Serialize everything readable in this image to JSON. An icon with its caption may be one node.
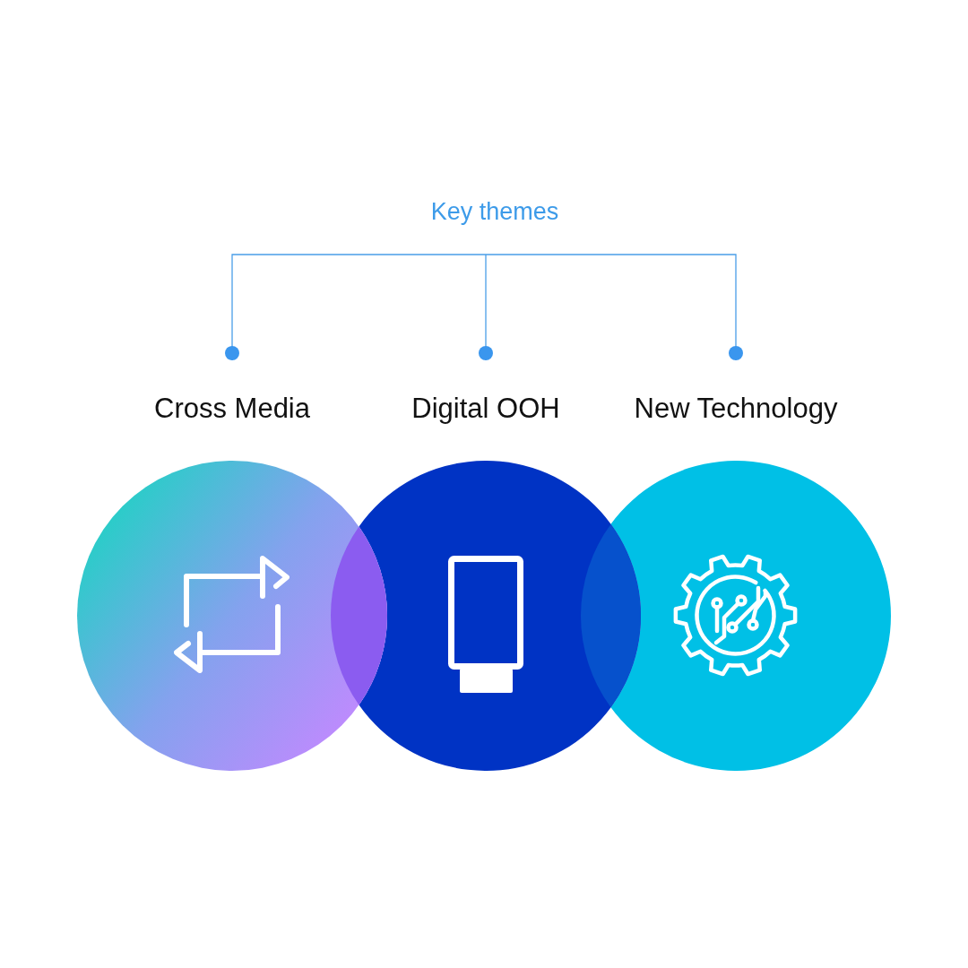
{
  "diagram": {
    "nodes": [
      {
        "text": [
          "Key themes"
        ]
      },
      {
        "text": [
          "Cross Media"
        ]
      },
      {
        "text": [
          "Digital OOH"
        ]
      },
      {
        "text": [
          "New Technology"
        ]
      }
    ],
    "edges": [
      {
        "from": 0,
        "to": 1,
        "arrow": "other"
      },
      {
        "from": 0,
        "to": 2,
        "arrow": "other"
      },
      {
        "from": 0,
        "to": 3,
        "arrow": "other"
      }
    ]
  }
}
